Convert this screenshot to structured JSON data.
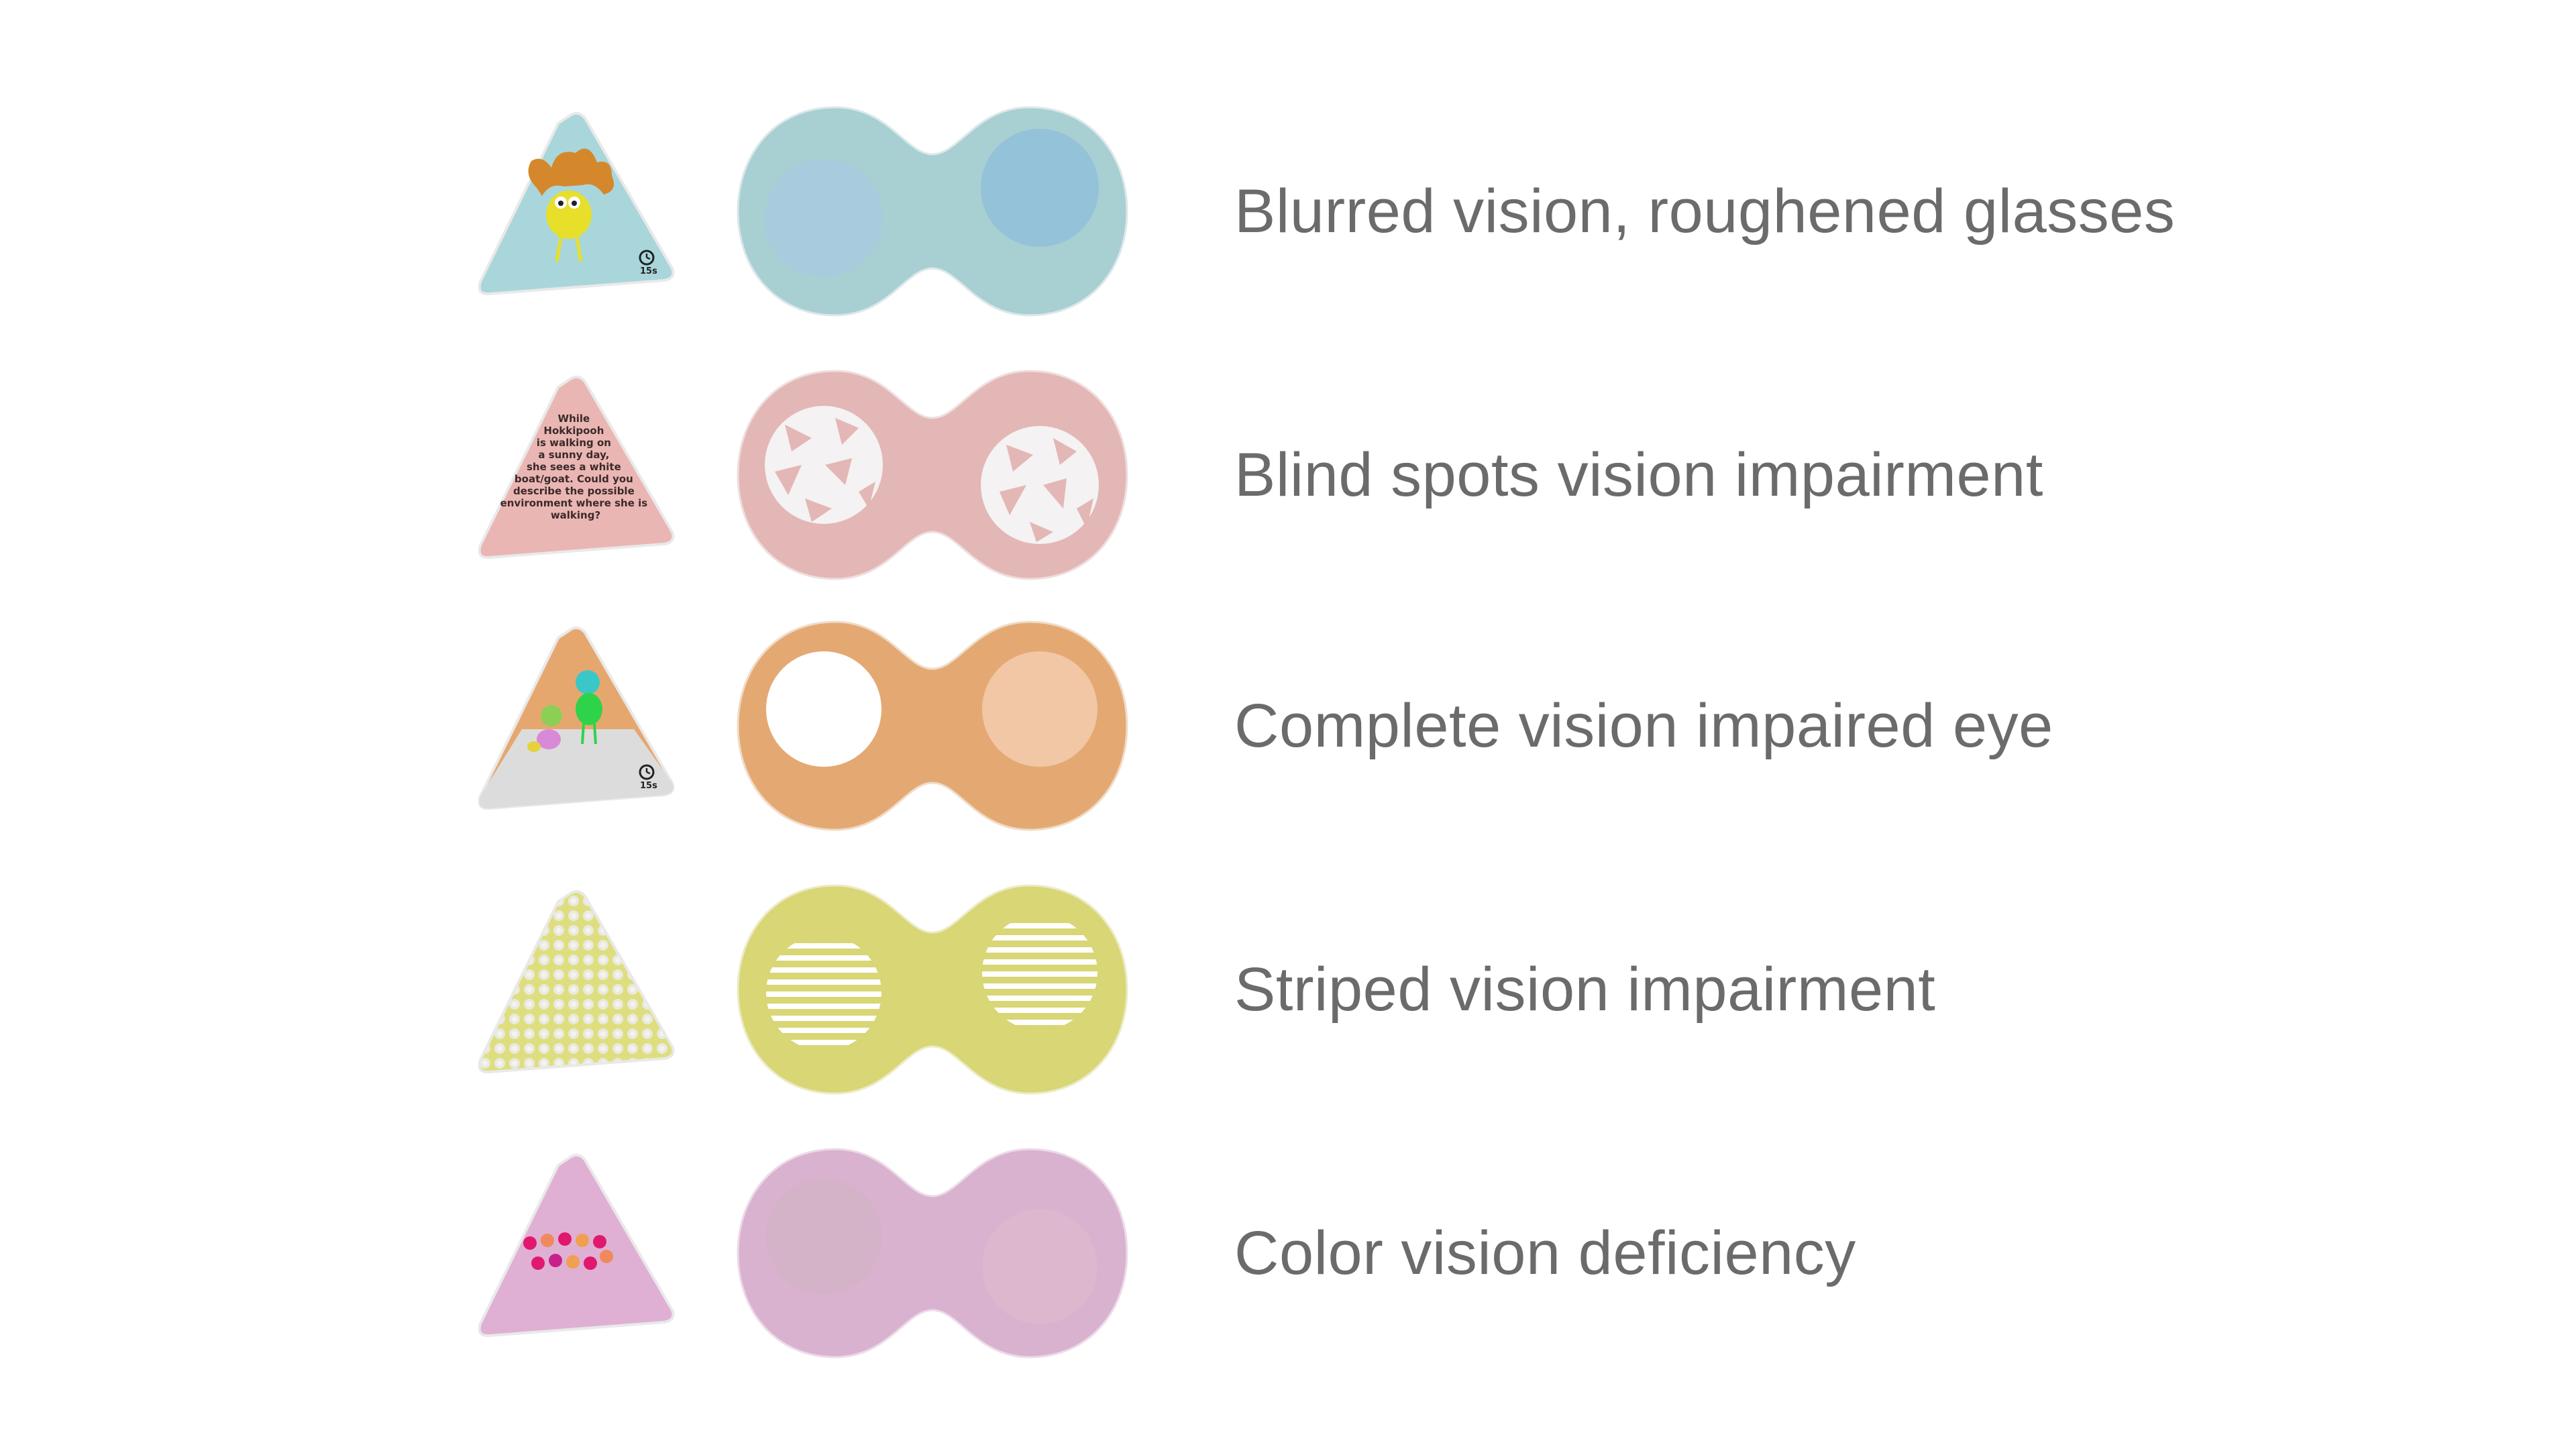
{
  "items": [
    {
      "label": "Blurred vision, roughened glasses",
      "color": "#a8cfd2",
      "lens": "blurred",
      "card_color": "#a9d6da",
      "card_timer": "15s"
    },
    {
      "label": "Blind spots vision impairment",
      "color": "#e3b7b5",
      "lens": "blind-spots",
      "card_color": "#eab6b3",
      "card_text": [
        "While",
        "Hokkipooh",
        "is walking on",
        "a sunny day,",
        "she sees a white",
        "boat/goat. Could you",
        "describe the possible",
        "environment where she is",
        "walking?"
      ]
    },
    {
      "label": "Complete vision impaired eye",
      "color": "#e4a973",
      "lens": "blocked",
      "card_color": "#e6a76f",
      "card_timer": "15s"
    },
    {
      "label": "Striped vision impairment",
      "color": "#d8d675",
      "lens": "striped",
      "card_color": "#dede7e"
    },
    {
      "label": "Color vision deficiency",
      "color": "#d9b2cf",
      "lens": "color-deficiency",
      "card_color": "#dfb0d4"
    }
  ]
}
